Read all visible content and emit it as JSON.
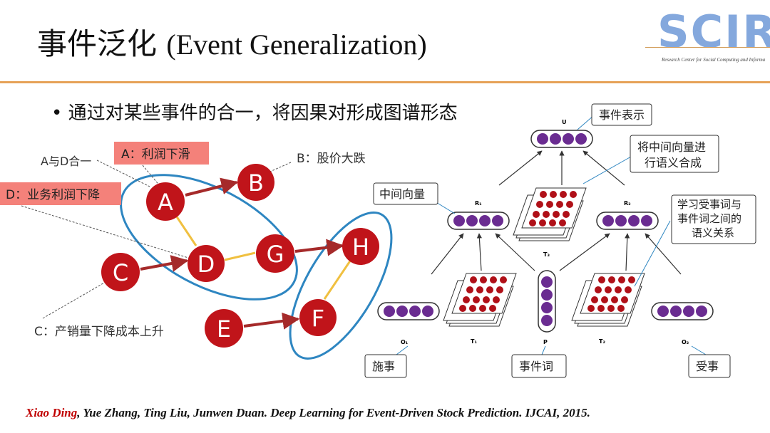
{
  "title": {
    "zh": "事件泛化",
    "en": "(Event Generalization)"
  },
  "logo": {
    "text": "SCIR",
    "subtitle": "Research Center for Social Computing and Information Retrieval"
  },
  "bullet": "• 通过对某些事件的合一，将因果对形成图谱形态",
  "left_graph": {
    "nodes": {
      "A": "A",
      "B": "B",
      "C": "C",
      "D": "D",
      "E": "E",
      "F": "F",
      "G": "G",
      "H": "H"
    },
    "labels": {
      "a": "A：利润下滑",
      "b": "B：股价大跌",
      "c": "C：产销量下降成本上升",
      "d": "D：业务利润下降",
      "ad": "A与D合一"
    }
  },
  "right_diagram": {
    "callouts": {
      "event_repr": "事件表示",
      "compose_line1": "将中间向量进",
      "compose_line2": "行语义合成",
      "middle_vec": "中间向量",
      "learn_line1": "学习受事词与",
      "learn_line2": "事件词之间的",
      "learn_line3": "语义关系",
      "agent": "施事",
      "event_word": "事件词",
      "patient": "受事"
    },
    "symbols": {
      "u": "U",
      "r1": "R₁",
      "r2": "R₂",
      "t1": "T₁",
      "t2": "T₂",
      "t3": "T₃",
      "o1": "O₁",
      "o2": "O₂",
      "p": "P"
    }
  },
  "reference": {
    "first_author": "Xiao Ding",
    "rest": ", Yue Zhang, Ting Liu, Junwen Duan. Deep Learning for Event-Driven Stock Prediction. IJCAI, 2015."
  },
  "colors": {
    "node": "#c0141a",
    "arrow": "#a52a2a",
    "merge_line": "#f0c040",
    "ellipse": "#2e86c1",
    "label_bg": "#f4817a",
    "vector_dot": "#6a2c91",
    "tensor_dot": "#b01018",
    "rule": "#e6a257"
  }
}
